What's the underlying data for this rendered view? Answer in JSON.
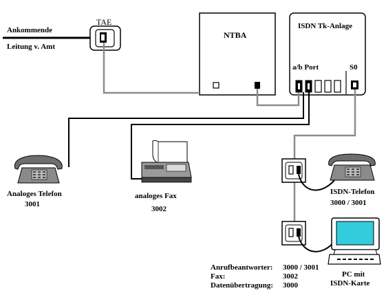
{
  "labels": {
    "incoming_line_1": "Ankommende",
    "incoming_line_2": "Leitung v. Amt",
    "tae": "TAE",
    "ntba": "NTBA",
    "tk_anlage": "ISDN Tk-Anlage",
    "ab_port": "a/b Port",
    "s0": "S0",
    "analog_phone_1": "Analoges Telefon",
    "analog_phone_2": "3001",
    "fax_1": "analoges Fax",
    "fax_2": "3002",
    "isdn_phone_1": "ISDN-Telefon",
    "isdn_phone_2": "3000 / 3001",
    "pc_1": "PC mit",
    "pc_2": "ISDN-Karte",
    "legend": [
      {
        "label": "Anrufbeantworter:",
        "value": "3000 / 3001"
      },
      {
        "label": "Fax:",
        "value": "3002"
      },
      {
        "label": "Datenübertragung:",
        "value": "3000"
      }
    ]
  },
  "colors": {
    "line_black": "#000000",
    "line_gray": "#8c8c8c",
    "box_stroke": "#000000",
    "screen_cyan": "#33ccdd",
    "phone_gray": "#7a7a7a"
  },
  "icons": [
    "tae-socket-icon",
    "analog-phone-icon",
    "fax-icon",
    "isdn-phone-icon",
    "isdn-socket-icon",
    "pc-icon"
  ]
}
